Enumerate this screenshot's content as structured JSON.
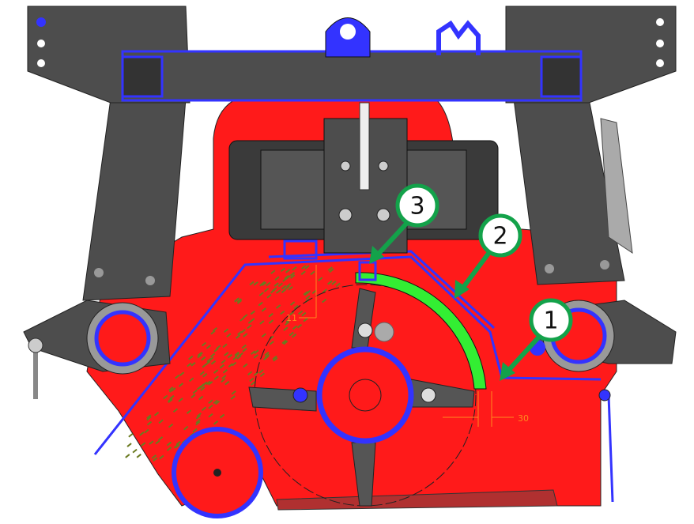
{
  "diagram": {
    "callouts": [
      {
        "label": "1"
      },
      {
        "label": "2"
      },
      {
        "label": "3"
      }
    ],
    "dimensions": [
      {
        "label": "11"
      },
      {
        "label": "30"
      }
    ],
    "colors": {
      "body": "#ff1a1a",
      "frame": "#4d4d4d",
      "outline": "#3333ff",
      "highlight": "#33ee33",
      "callout": "#13a24a",
      "dimension": "#ff8a1e",
      "grass": "#6a7a20"
    }
  }
}
